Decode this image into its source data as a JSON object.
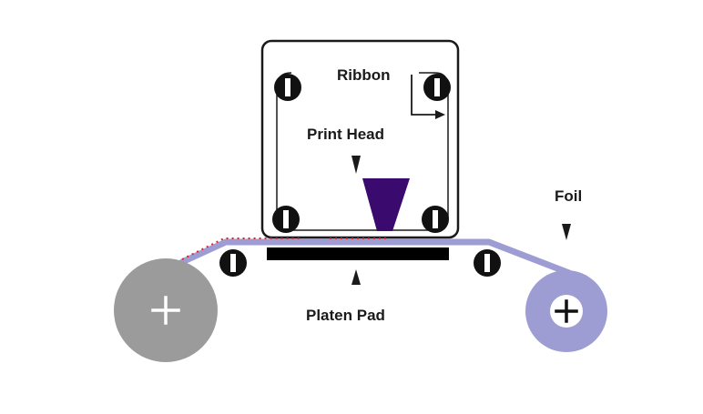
{
  "labels": {
    "ribbon": "Ribbon",
    "print_head": "Print Head",
    "foil": "Foil",
    "platen_pad": "Platen Pad"
  },
  "colors": {
    "foil": "#9d9dd3",
    "left_spool": "#9b9b9b",
    "print_head": "#3a0a6e",
    "platen_pad": "#000000",
    "transfer_dots": "#e0202a",
    "outline": "#1a1a1a"
  }
}
